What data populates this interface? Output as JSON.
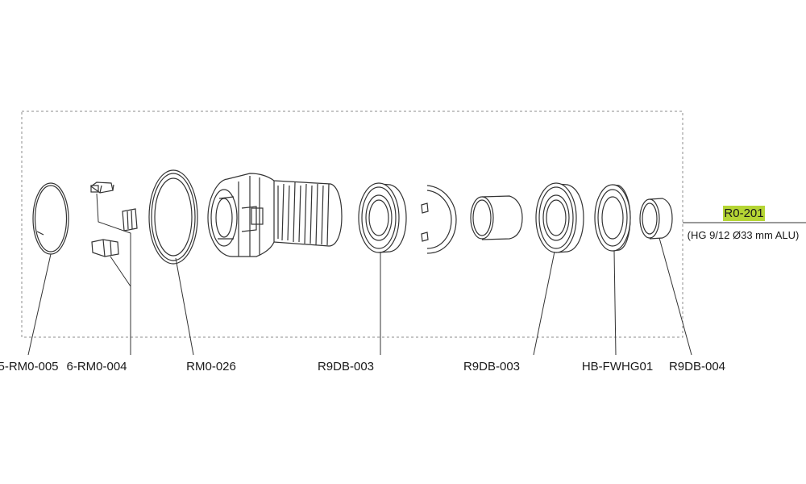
{
  "assembly": {
    "code": "R0-201",
    "description": "(HG 9/12 Ø33 mm ALU)",
    "highlight_color": "#b5d534"
  },
  "parts": [
    {
      "label": "5-RM0-005"
    },
    {
      "label": "6-RM0-004"
    },
    {
      "label": "RM0-026"
    },
    {
      "label": "R9DB-003"
    },
    {
      "label": "R9DB-003"
    },
    {
      "label": "HB-FWHG01"
    },
    {
      "label": "R9DB-004"
    }
  ],
  "colors": {
    "line": "#333333",
    "frame": "#8c8c8c",
    "text": "#1a1a1a",
    "body_fill": "#ffffff"
  }
}
